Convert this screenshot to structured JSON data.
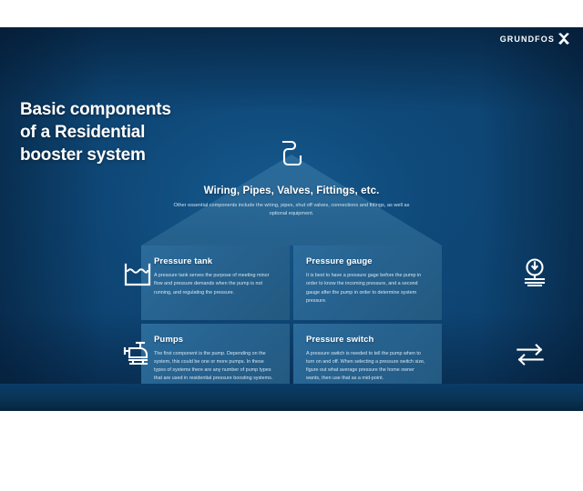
{
  "slide": {
    "headline_lines": [
      "Basic components",
      "of a Residential",
      "booster system"
    ],
    "background_color": "#0d4371",
    "accent_color": "#2b6c9c"
  },
  "roof": {
    "title": "Wiring, Pipes, Valves, Fittings, etc.",
    "description": "Other essential components include the wiring, pipes, shut off valves, connections and fittings, as well as optional equipment.",
    "icon": "pipe-bend-icon"
  },
  "cards": [
    {
      "title": "Pressure tank",
      "body": "A pressure tank serves the purpose of meeting minor flow and pressure demands when the pump is not running, and regulating the pressure.",
      "icon": "water-tank-icon",
      "icon_side": "left"
    },
    {
      "title": "Pressure gauge",
      "body": "It is best to have a pressure gage before the pump in order to know the incoming pressure, and a second gauge after the pump in order to determine system pressure.",
      "icon": "pressure-gauge-icon",
      "icon_side": "right"
    },
    {
      "title": "Pumps",
      "body": "The first component is the pump.  Depending on the system, this could be one or more pumps.  In these types of systems there are any number of pump types that are used in residential pressure boosting systems.",
      "icon": "pump-icon",
      "icon_side": "left"
    },
    {
      "title": "Pressure switch",
      "body": "A pressure switch is needed to tell the pump when to turn on and off. When selecting a pressure switch size, figure out what average pressure the home owner wants, then use that as a mid-point.",
      "icon": "bidirectional-arrows-icon",
      "icon_side": "right"
    }
  ],
  "footer": {
    "logo_text": "GRUNDFOS",
    "logo_mark": "grundfos-x-icon"
  }
}
